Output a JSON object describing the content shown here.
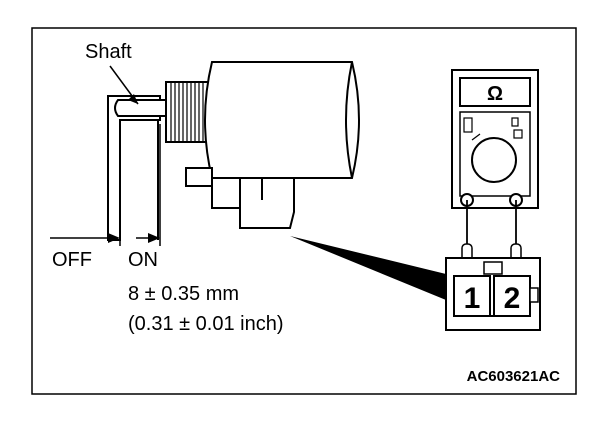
{
  "labels": {
    "shaft": "Shaft",
    "off": "OFF",
    "on": "ON",
    "measurement_mm": "8 ± 0.35 mm",
    "measurement_inch": "(0.31 ± 0.01 inch)",
    "figure_code": "AC603621AC"
  },
  "meter": {
    "unit_symbol": "Ω"
  },
  "connector": {
    "terminals": [
      "1",
      "2"
    ]
  },
  "icons": {
    "meter": "ohmmeter-icon",
    "connector": "connector-icon"
  }
}
